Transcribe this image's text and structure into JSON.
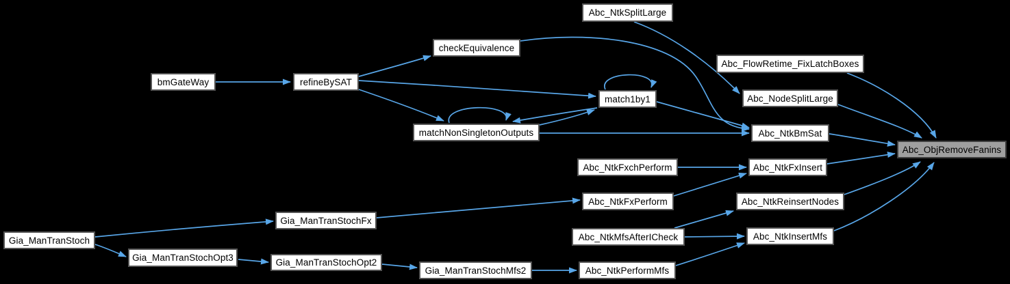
{
  "graph": {
    "kind": "doxygen-caller-graph",
    "colors": {
      "background": "#000000",
      "edge": "#58a6e8",
      "node_fill": "#ffffff",
      "node_border": "#545454",
      "node_text": "#000000",
      "highlight_fill": "#9f9f9f",
      "highlight_border": "#3f3f3f",
      "highlight_text": "#000000"
    },
    "nodes": [
      {
        "id": "Abc_NtkSplitLarge",
        "label": "Abc_NtkSplitLarge",
        "highlighted": false
      },
      {
        "id": "checkEquivalence",
        "label": "checkEquivalence",
        "highlighted": false
      },
      {
        "id": "Abc_FlowRetime_FixLatchBoxes",
        "label": "Abc_FlowRetime_FixLatchBoxes",
        "highlighted": false
      },
      {
        "id": "bmGateWay",
        "label": "bmGateWay",
        "highlighted": false
      },
      {
        "id": "refineBySAT",
        "label": "refineBySAT",
        "highlighted": false
      },
      {
        "id": "match1by1",
        "label": "match1by1",
        "highlighted": false
      },
      {
        "id": "Abc_NodeSplitLarge",
        "label": "Abc_NodeSplitLarge",
        "highlighted": false
      },
      {
        "id": "matchNonSingletonOutputs",
        "label": "matchNonSingletonOutputs",
        "highlighted": false
      },
      {
        "id": "Abc_NtkBmSat",
        "label": "Abc_NtkBmSat",
        "highlighted": false
      },
      {
        "id": "Abc_ObjRemoveFanins",
        "label": "Abc_ObjRemoveFanins",
        "highlighted": true
      },
      {
        "id": "Abc_NtkFxchPerform",
        "label": "Abc_NtkFxchPerform",
        "highlighted": false
      },
      {
        "id": "Abc_NtkFxInsert",
        "label": "Abc_NtkFxInsert",
        "highlighted": false
      },
      {
        "id": "Abc_NtkFxPerform",
        "label": "Abc_NtkFxPerform",
        "highlighted": false
      },
      {
        "id": "Abc_NtkReinsertNodes",
        "label": "Abc_NtkReinsertNodes",
        "highlighted": false
      },
      {
        "id": "Gia_ManTranStochFx",
        "label": "Gia_ManTranStochFx",
        "highlighted": false
      },
      {
        "id": "Abc_NtkMfsAfterICheck",
        "label": "Abc_NtkMfsAfterICheck",
        "highlighted": false
      },
      {
        "id": "Abc_NtkInsertMfs",
        "label": "Abc_NtkInsertMfs",
        "highlighted": false
      },
      {
        "id": "Gia_ManTranStoch",
        "label": "Gia_ManTranStoch",
        "highlighted": false
      },
      {
        "id": "Gia_ManTranStochOpt3",
        "label": "Gia_ManTranStochOpt3",
        "highlighted": false
      },
      {
        "id": "Gia_ManTranStochOpt2",
        "label": "Gia_ManTranStochOpt2",
        "highlighted": false
      },
      {
        "id": "Gia_ManTranStochMfs2",
        "label": "Gia_ManTranStochMfs2",
        "highlighted": false
      },
      {
        "id": "Abc_NtkPerformMfs",
        "label": "Abc_NtkPerformMfs",
        "highlighted": false
      }
    ],
    "edges": [
      {
        "from": "bmGateWay",
        "to": "refineBySAT"
      },
      {
        "from": "refineBySAT",
        "to": "checkEquivalence"
      },
      {
        "from": "refineBySAT",
        "to": "match1by1"
      },
      {
        "from": "refineBySAT",
        "to": "matchNonSingletonOutputs"
      },
      {
        "from": "checkEquivalence",
        "to": "Abc_NtkBmSat"
      },
      {
        "from": "Abc_NtkSplitLarge",
        "to": "Abc_NodeSplitLarge"
      },
      {
        "from": "match1by1",
        "to": "match1by1"
      },
      {
        "from": "match1by1",
        "to": "Abc_NtkBmSat"
      },
      {
        "from": "match1by1",
        "to": "matchNonSingletonOutputs"
      },
      {
        "from": "matchNonSingletonOutputs",
        "to": "matchNonSingletonOutputs"
      },
      {
        "from": "matchNonSingletonOutputs",
        "to": "match1by1"
      },
      {
        "from": "matchNonSingletonOutputs",
        "to": "Abc_NtkBmSat"
      },
      {
        "from": "Abc_FlowRetime_FixLatchBoxes",
        "to": "Abc_ObjRemoveFanins"
      },
      {
        "from": "Abc_NodeSplitLarge",
        "to": "Abc_ObjRemoveFanins"
      },
      {
        "from": "Abc_NtkBmSat",
        "to": "Abc_ObjRemoveFanins"
      },
      {
        "from": "Abc_NtkFxchPerform",
        "to": "Abc_NtkFxInsert"
      },
      {
        "from": "Abc_NtkFxPerform",
        "to": "Abc_NtkFxInsert"
      },
      {
        "from": "Abc_NtkFxInsert",
        "to": "Abc_ObjRemoveFanins"
      },
      {
        "from": "Abc_NtkReinsertNodes",
        "to": "Abc_ObjRemoveFanins"
      },
      {
        "from": "Abc_NtkMfsAfterICheck",
        "to": "Abc_NtkInsertMfs"
      },
      {
        "from": "Abc_NtkMfsAfterICheck",
        "to": "Abc_NtkReinsertNodes"
      },
      {
        "from": "Abc_NtkPerformMfs",
        "to": "Abc_NtkInsertMfs"
      },
      {
        "from": "Abc_NtkInsertMfs",
        "to": "Abc_ObjRemoveFanins"
      },
      {
        "from": "Gia_ManTranStoch",
        "to": "Gia_ManTranStochFx"
      },
      {
        "from": "Gia_ManTranStoch",
        "to": "Gia_ManTranStochOpt3"
      },
      {
        "from": "Gia_ManTranStochOpt3",
        "to": "Gia_ManTranStochOpt2"
      },
      {
        "from": "Gia_ManTranStochOpt2",
        "to": "Gia_ManTranStochMfs2"
      },
      {
        "from": "Gia_ManTranStochMfs2",
        "to": "Abc_NtkPerformMfs"
      },
      {
        "from": "Gia_ManTranStochFx",
        "to": "Abc_NtkFxPerform"
      }
    ]
  }
}
